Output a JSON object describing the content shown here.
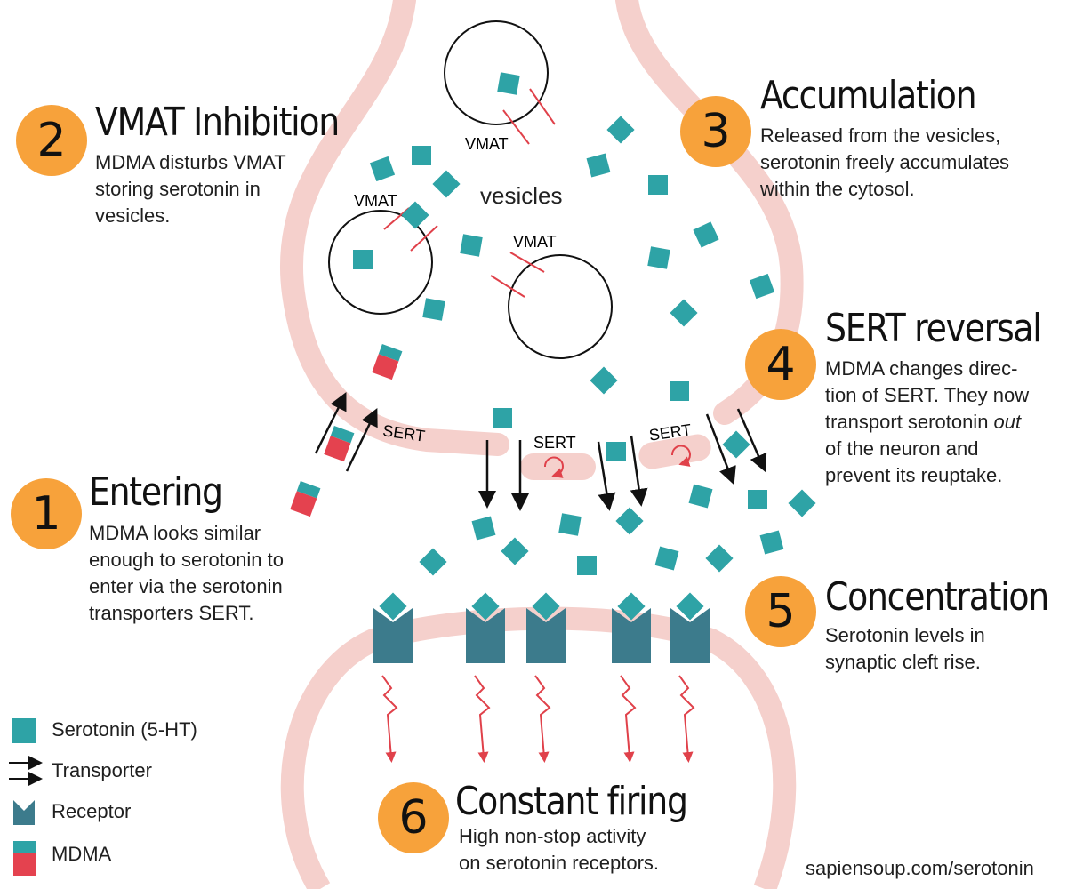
{
  "labels": {
    "vesicles": "vesicles",
    "vmat": "VMAT",
    "sert": "SERT"
  },
  "colors": {
    "membrane": "#f5d0cc",
    "serotonin": "#2ea3a6",
    "receptor": "#3c7b8c",
    "mdma_red": "#e4424f",
    "sert_red": "#e0414a",
    "step_circle": "#f7a23b",
    "arrow": "#111111"
  },
  "steps": [
    {
      "number": "2",
      "title": "VMAT Inhibition",
      "lines": [
        "MDMA disturbs VMAT",
        "storing serotonin in",
        "vesicles."
      ]
    },
    {
      "number": "3",
      "title": "Accumulation",
      "lines": [
        "Released from the vesicles,",
        "serotonin freely accumulates",
        "within the cytosol."
      ]
    },
    {
      "number": "4",
      "title": "SERT reversal",
      "lines": [
        "MDMA changes direc-",
        "tion of SERT. They now",
        "transport serotonin ",
        "of the neuron and",
        "prevent its reuptake."
      ],
      "emphasis": "out"
    },
    {
      "number": "1",
      "title": "Entering",
      "lines": [
        "MDMA looks similar",
        "enough to serotonin to",
        "enter via the serotonin",
        "transporters SERT."
      ]
    },
    {
      "number": "5",
      "title": "Concentration",
      "lines": [
        "Serotonin levels in",
        "synaptic cleft rise."
      ]
    },
    {
      "number": "6",
      "title": "Constant firing",
      "lines": [
        "High non-stop activity",
        "on serotonin receptors."
      ]
    }
  ],
  "legend": [
    {
      "icon": "serotonin-square-icon",
      "label": "Serotonin (5-HT)"
    },
    {
      "icon": "transporter-arrows-icon",
      "label": "Transporter"
    },
    {
      "icon": "receptor-icon",
      "label": "Receptor"
    },
    {
      "icon": "mdma-icon",
      "label": "MDMA"
    }
  ],
  "credit": "sapiensoup.com/serotonin"
}
